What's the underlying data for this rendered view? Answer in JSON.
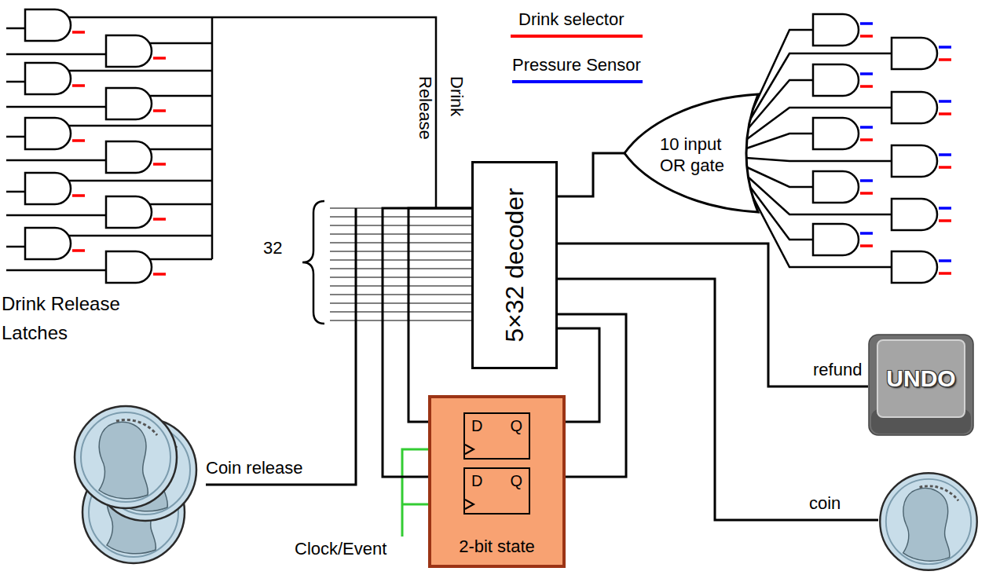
{
  "diagram": {
    "nodes": [
      {
        "text": [
          "5×32 decoder"
        ]
      },
      {
        "text": [
          "10 input OR gate"
        ]
      },
      {
        "text": [
          "2-bit state"
        ]
      },
      {
        "text": [
          "D",
          "Q"
        ],
        "in": 2
      },
      {
        "text": [
          "D",
          "Q"
        ],
        "in": 2
      },
      {
        "text": [
          "UNDO"
        ]
      }
    ],
    "edges": [
      {
        "from": 1,
        "to": 0,
        "arrow": "none"
      },
      {
        "from": 0,
        "to": 5,
        "label": "refund",
        "arrow": "none"
      },
      {
        "from": 0,
        "to": 3,
        "arrow": "to"
      },
      {
        "from": 0,
        "to": 4,
        "arrow": "to"
      },
      {
        "from": 3,
        "to": 0,
        "arrow": "none"
      },
      {
        "from": 4,
        "to": 0,
        "arrow": "none"
      }
    ],
    "labels": [
      "Drink Release Latches",
      "Drink Release",
      "32",
      "Coin release",
      "Clock/Event",
      "coin"
    ],
    "legend": [
      {
        "text": "Drink selector"
      },
      {
        "text": "Pressure Sensor"
      }
    ]
  }
}
